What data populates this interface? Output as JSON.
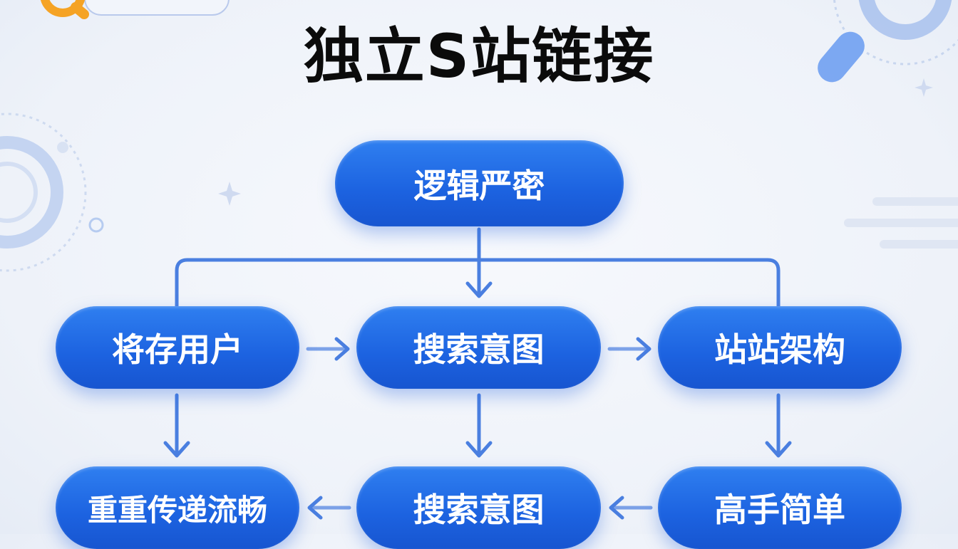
{
  "title": "独立S站链接",
  "colors": {
    "node_blue": "#1c62e0",
    "arrow_blue": "#4a7fe0",
    "title": "#0b0b0b",
    "badge_orange": "#f5a325"
  },
  "nodes": {
    "top": "逻辑严密",
    "row1": [
      "将存用户",
      "搜索意图",
      "站站架构"
    ],
    "row2": [
      "重重传递流畅",
      "搜索意图",
      "高手简单"
    ]
  }
}
